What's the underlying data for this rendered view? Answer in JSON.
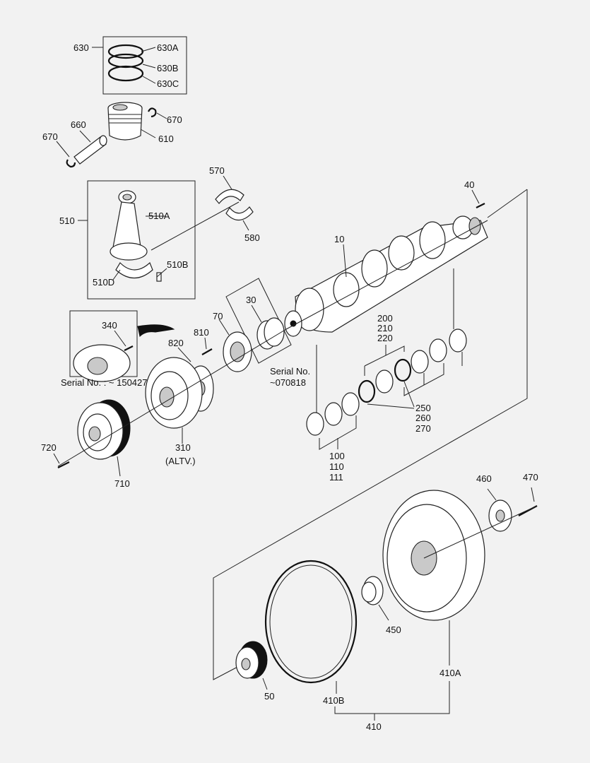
{
  "labels": {
    "l630": "630",
    "l630a": "630A",
    "l630b": "630B",
    "l630c": "630C",
    "l660": "660",
    "l670a": "670",
    "l670b": "670",
    "l610": "610",
    "l570": "570",
    "l580": "580",
    "l510": "510",
    "l510a": "510A",
    "l510b": "510B",
    "l510d": "510D",
    "l40": "40",
    "l10": "10",
    "l30": "30",
    "l70": "70",
    "l810": "810",
    "l820": "820",
    "l340": "340",
    "serial_a": "Serial No. : ~ 150427",
    "serial_b1": "Serial No.",
    "serial_b2": "~070818",
    "l200": "200",
    "l210": "210",
    "l220": "220",
    "l250": "250",
    "l260": "260",
    "l270": "270",
    "l100": "100",
    "l110": "110",
    "l111": "111",
    "l310": "310",
    "altv": "(ALTV.)",
    "l720": "720",
    "l710": "710",
    "l460": "460",
    "l470": "470",
    "l450": "450",
    "l50": "50",
    "l410a": "410A",
    "l410b": "410B",
    "l410": "410"
  }
}
